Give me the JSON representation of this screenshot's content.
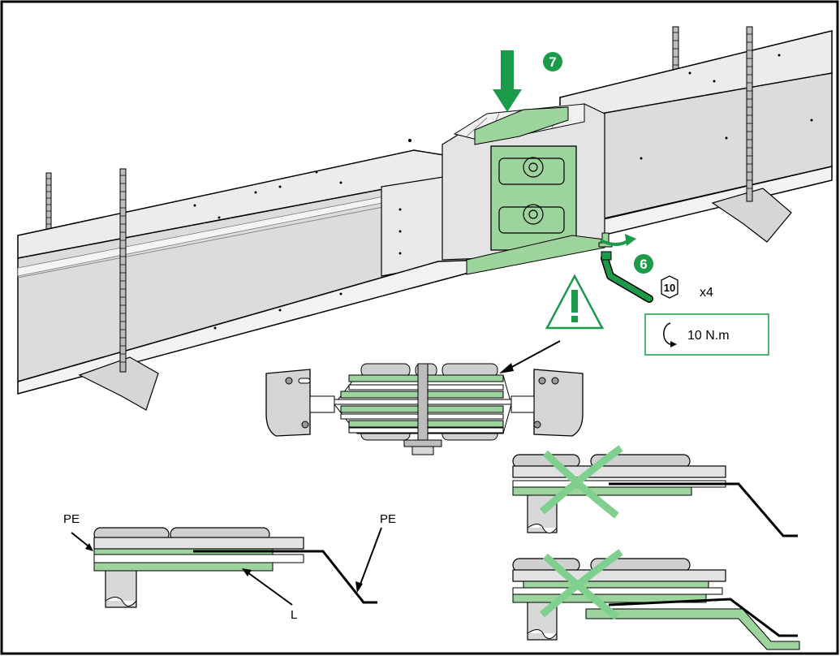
{
  "steps": {
    "step_6": "6",
    "step_7": "7"
  },
  "hex_key": {
    "size": "10",
    "count": "x4"
  },
  "torque": {
    "value": "10 N.m"
  },
  "labels": {
    "pe_left": "PE",
    "pe_right": "PE",
    "l_label": "L"
  },
  "colors": {
    "accent_green": "#1b9a4a",
    "plate_green": "#9dd39c",
    "housing_gray": "#e6e6e6",
    "bar_gray": "#c8c8c8",
    "cross_green": "#7fcf8f"
  },
  "icons": [
    "warning-triangle-icon",
    "down-arrow-icon",
    "rotate-arrow-icon",
    "hex-nut-icon",
    "torque-icon",
    "cross-mark-icon"
  ]
}
